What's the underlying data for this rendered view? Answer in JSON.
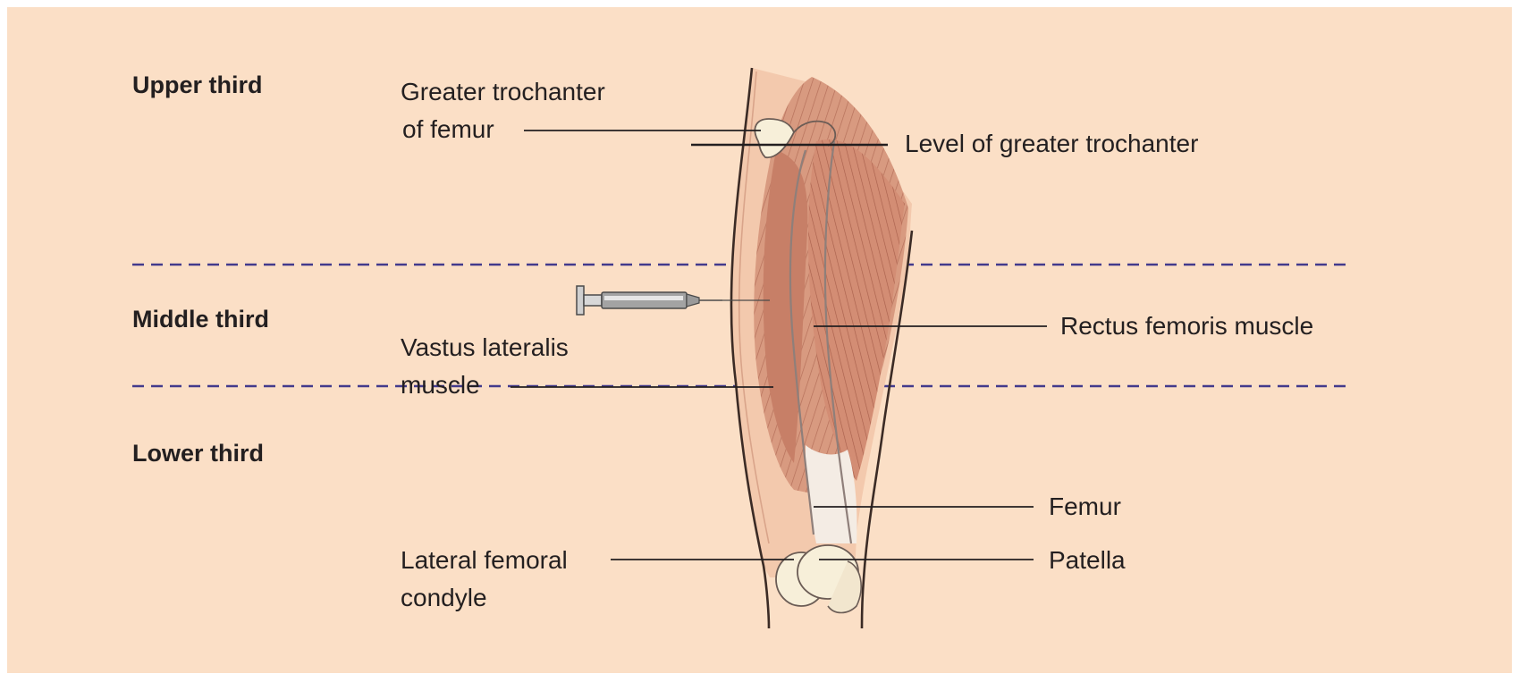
{
  "sections": {
    "upper": "Upper third",
    "middle": "Middle third",
    "lower": "Lower third"
  },
  "labels": {
    "greater_trochanter_line1": "Greater trochanter",
    "greater_trochanter_line2": "of femur",
    "level_greater_trochanter": "Level of greater trochanter",
    "vastus_line1": "Vastus lateralis",
    "vastus_line2": "muscle",
    "rectus": "Rectus femoris muscle",
    "femur": "Femur",
    "patella": "Patella",
    "lateral_condyle_line1": "Lateral femoral",
    "lateral_condyle_line2": "condyle"
  },
  "colors": {
    "background": "#fbdfc6",
    "muscle": "#d7977c",
    "muscle_fiber": "#b06a55",
    "tendon": "#f6ede4",
    "bone": "#f7efd9",
    "skin_outline": "#3b2b25",
    "divider": "#433a8c",
    "leader": "#231f20"
  },
  "icons": {
    "syringe": "syringe-icon"
  }
}
